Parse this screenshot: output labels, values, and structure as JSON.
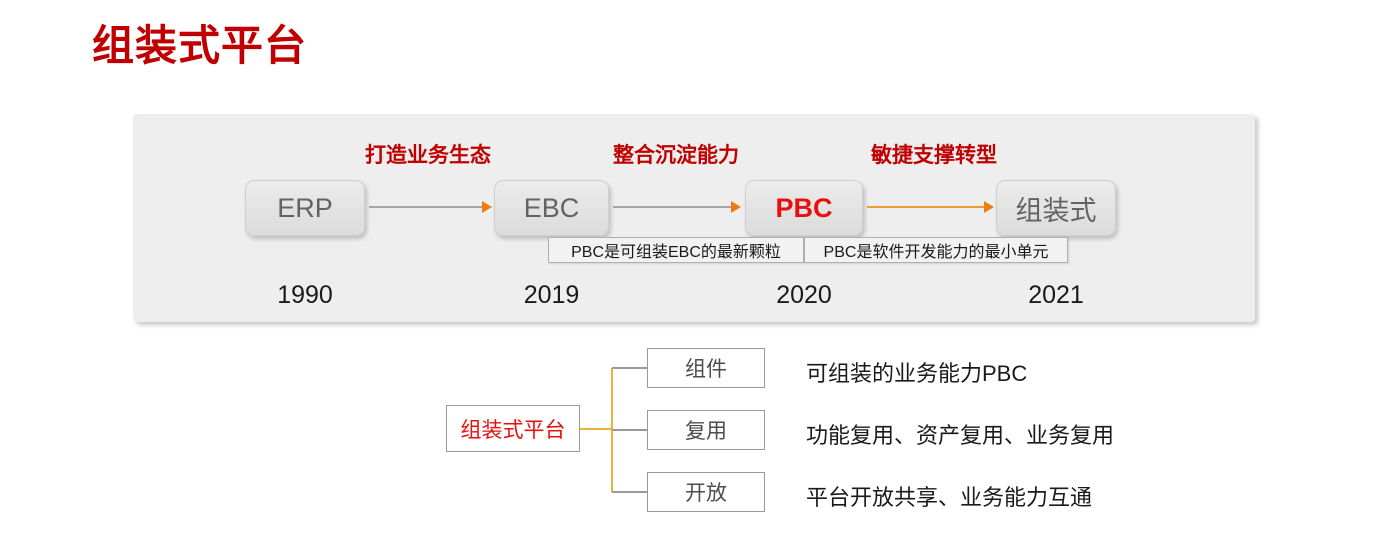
{
  "title": "组装式平台",
  "timeline": {
    "stage_labels": [
      "打造业务生态",
      "整合沉淀能力",
      "敏捷支撑转型"
    ],
    "nodes": [
      {
        "label": "ERP",
        "year": "1990"
      },
      {
        "label": "EBC",
        "year": "2019"
      },
      {
        "label": "PBC",
        "year": "2020"
      },
      {
        "label": "组装式",
        "year": "2021"
      }
    ],
    "notes": [
      "PBC是可组装EBC的最新颗粒",
      "PBC是软件开发能力的最小单元"
    ]
  },
  "tree": {
    "root": "组装式平台",
    "branches": [
      {
        "label": "组件",
        "desc": "可组装的业务能力PBC"
      },
      {
        "label": "复用",
        "desc": "功能复用、资产复用、业务复用"
      },
      {
        "label": "开放",
        "desc": "平台开放共享、业务能力互通"
      }
    ]
  },
  "colors": {
    "accent_red": "#c00000",
    "bright_red": "#e8100f",
    "arrow_orange": "#ee7d11",
    "panel_bg": "#eeeeee",
    "tree_line_amber": "#e8b23c"
  }
}
